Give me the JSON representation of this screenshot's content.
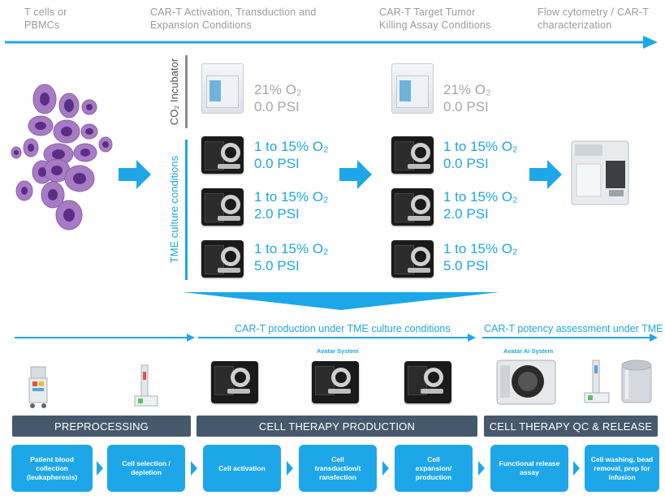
{
  "header": {
    "col1": [
      "T cells or",
      "PBMCs"
    ],
    "col2": [
      "CAR-T Activation, Transduction and",
      "Expansion Conditions"
    ],
    "col3": [
      "CAR-T Target Tumor",
      "Killing Assay Conditions"
    ],
    "col4": [
      "Flow cytometry / CAR-T",
      "characterization"
    ]
  },
  "labels": {
    "co2_incubator": "CO₂ Incubator",
    "tme_culture": "TME culture conditions"
  },
  "conditions": {
    "incubator": {
      "o2": "21% O₂",
      "psi": "0.0 PSI"
    },
    "tme": [
      {
        "o2": "1 to 15% O₂",
        "psi": "0.0 PSI"
      },
      {
        "o2": "1 to 15% O₂",
        "psi": "2.0 PSI"
      },
      {
        "o2": "1 to 15% O₂",
        "psi": "5.0 PSI"
      }
    ]
  },
  "workflow": {
    "section_production": "CAR-T production under TME culture conditions",
    "section_potency": "CAR-T potency assessment under TME",
    "avatar_system": "Avatar System",
    "avatar_ai_system": "Avatar Ai System",
    "stages": [
      "PREPROCESSING",
      "CELL THERAPY PRODUCTION",
      "CELL THERAPY QC & RELEASE"
    ],
    "steps": [
      [
        "Patient blood",
        "collection",
        "(leukapheresis)"
      ],
      [
        "Cell selection /",
        "depletion"
      ],
      [
        "Cell activation"
      ],
      [
        "Cell",
        "transduction/t",
        "ransfection"
      ],
      [
        "Cell",
        "expansion/",
        "production"
      ],
      [
        "Functional release",
        "assay"
      ],
      [
        "Cell washing, bead",
        "removal,  prep for",
        "infusion"
      ]
    ]
  },
  "colors": {
    "accent_blue": "#1ea7e8",
    "stage_bar": "#46586b",
    "header_gray": "#9a9a9a",
    "cell_purple": "#a77cc4"
  },
  "icons": [
    "arrow-right-icon",
    "incubator-icon",
    "avatar-device-icon",
    "flow-cytometer-icon",
    "cells-illustration",
    "chevron-right-icon"
  ]
}
